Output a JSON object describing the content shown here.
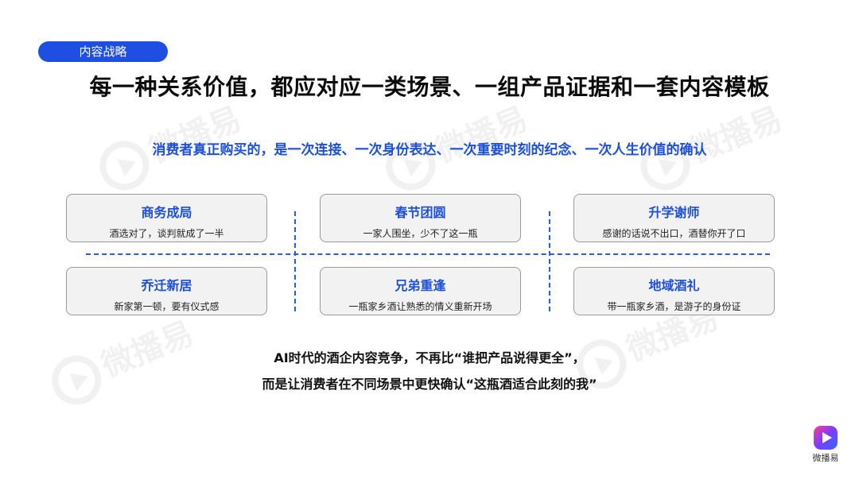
{
  "tag": "内容战略",
  "title": "每一种关系价值，都应对应一类场景、一组产品证据和一套内容模板",
  "subtitle": "消费者真正购买的，是一次连接、一次身份表达、一次重要时刻的纪念、一次人生价值的确认",
  "cards": [
    {
      "title": "商务成局",
      "desc": "酒选对了，谈判就成了一半"
    },
    {
      "title": "春节团圆",
      "desc": "一家人围坐，少不了这一瓶"
    },
    {
      "title": "升学谢师",
      "desc": "感谢的话说不出口，酒替你开了口"
    },
    {
      "title": "乔迁新居",
      "desc": "新家第一顿，要有仪式感"
    },
    {
      "title": "兄弟重逢",
      "desc": "一瓶家乡酒让熟悉的情义重新开场"
    },
    {
      "title": "地域酒礼",
      "desc": "带一瓶家乡酒，是游子的身份证"
    }
  ],
  "conclusion": {
    "line1": "AI时代的酒企内容竞争，不再比“谁把产品说得更全”，",
    "line2": "而是让消费者在不同场景中更快确认“这瓶酒适合此刻的我”"
  },
  "watermark": "微播易",
  "logo": {
    "icon": "play-icon",
    "text": "微播易"
  },
  "colors": {
    "accent": "#1e4fe0",
    "card_bg": "#f2f2f2",
    "dash": "#2a5dd6"
  }
}
